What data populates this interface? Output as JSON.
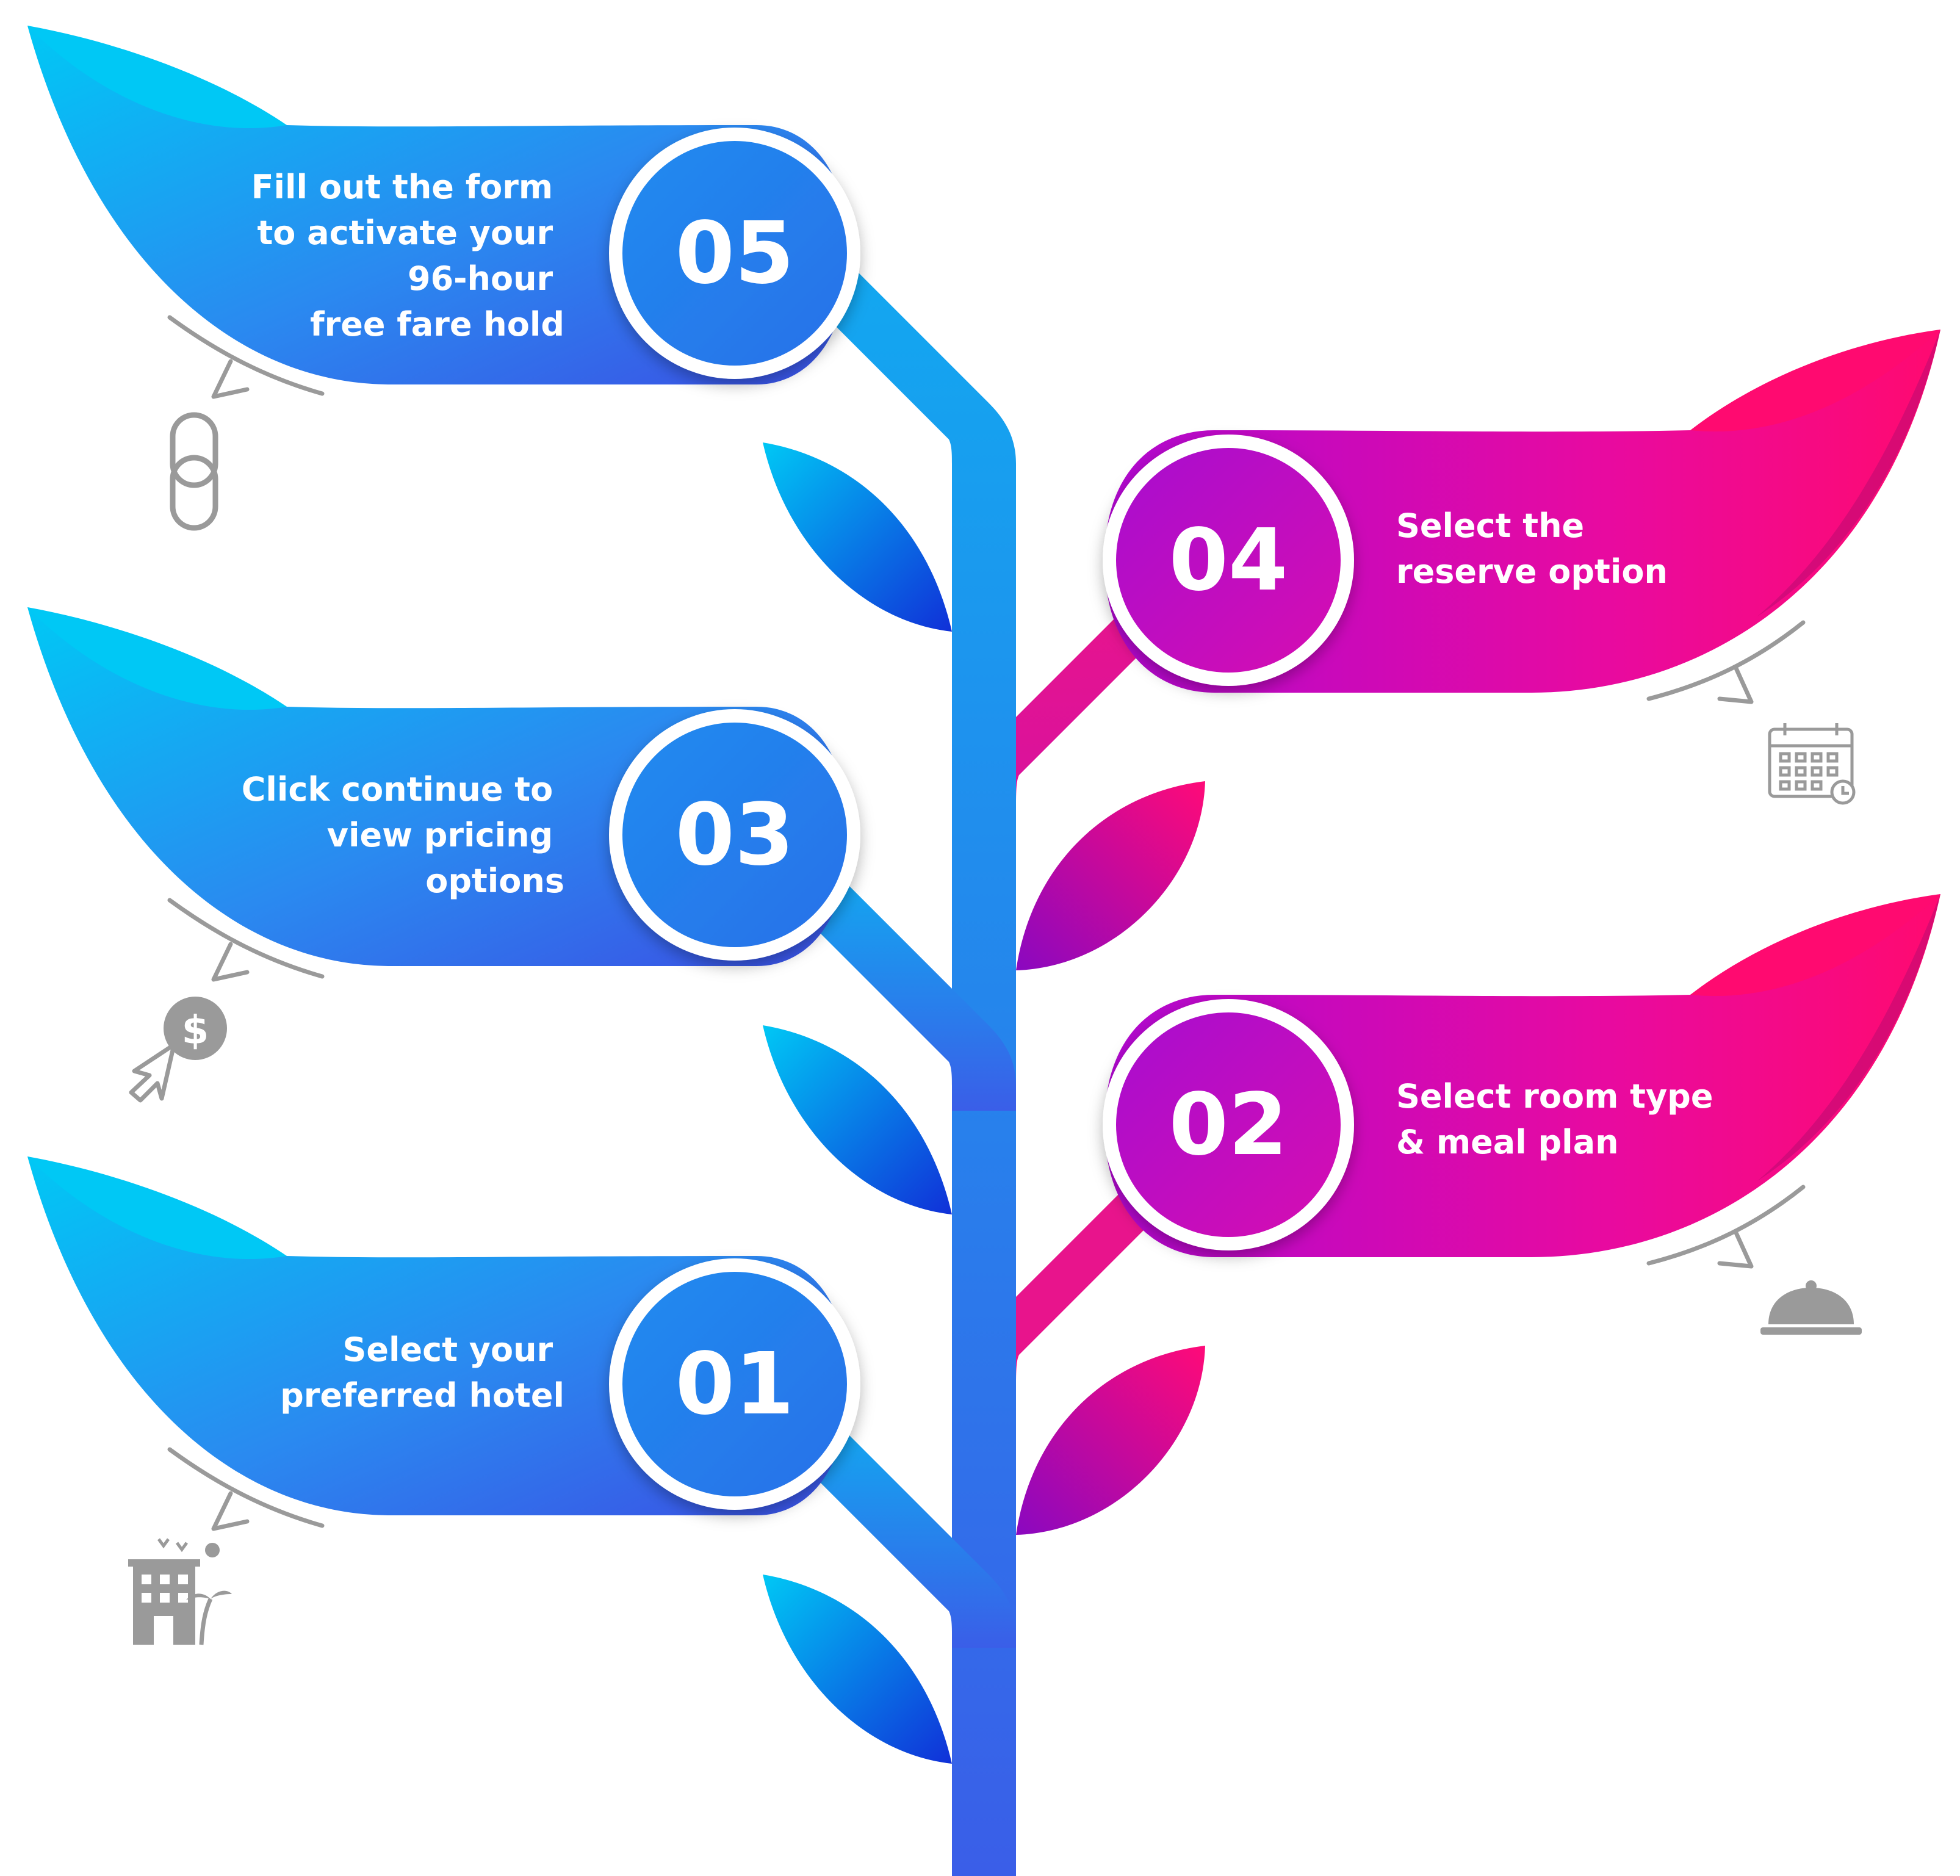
{
  "steps": [
    {
      "number": "01",
      "lines": [
        "Select your",
        "preferred hotel"
      ],
      "side": "left",
      "icon": "hotel-icon",
      "colors": [
        "#00c8f5",
        "#1b4fe8"
      ]
    },
    {
      "number": "02",
      "lines": [
        "Select room type",
        "& meal plan"
      ],
      "side": "right",
      "icon": "cloche-icon",
      "colors": [
        "#a20bd8",
        "#ff0a78"
      ]
    },
    {
      "number": "03",
      "lines": [
        "Click continue to",
        "view pricing",
        "options"
      ],
      "side": "left",
      "icon": "price-click-icon",
      "colors": [
        "#00c8f5",
        "#1b4fe8"
      ]
    },
    {
      "number": "04",
      "lines": [
        "Select the",
        "reserve option"
      ],
      "side": "right",
      "icon": "calendar-icon",
      "colors": [
        "#a20bd8",
        "#ff0a78"
      ]
    },
    {
      "number": "05",
      "lines": [
        "Fill out the form",
        "to activate your",
        "96-hour",
        "free fare hold"
      ],
      "side": "left",
      "icon": "link-icon",
      "colors": [
        "#00c8f5",
        "#1b4fe8"
      ]
    }
  ],
  "accent": {
    "blue": "#1f8cf0",
    "magenta": "#c80fc8",
    "icon_gray": "#9a9a9a"
  }
}
